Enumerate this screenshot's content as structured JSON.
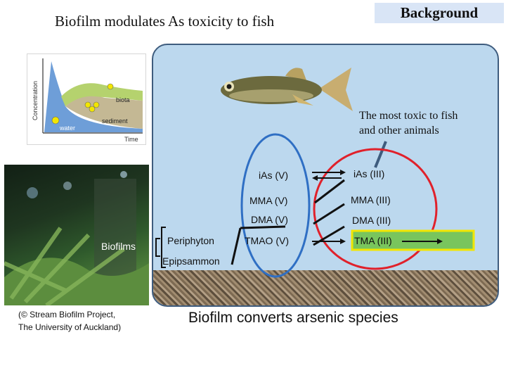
{
  "header": {
    "title": "Biofilm modulates As toxicity to fish",
    "badge": "Background"
  },
  "graph": {
    "ylabel": "Concentration",
    "xlabel": "Time",
    "labels": {
      "biota": "biota",
      "sediment": "sediment",
      "water": "water"
    },
    "colors": {
      "water": "#6e9ed8",
      "biota": "#b5d26e",
      "sediment": "#c4b894"
    }
  },
  "photo": {
    "label": "Biofilms",
    "credit_line1": "(© Stream Biofilm Project,",
    "credit_line2": "The University of Auckland)"
  },
  "habitats": {
    "periphyton": "Periphyton",
    "epipsammon": "Epipsammon"
  },
  "species_v": [
    "iAs (V)",
    "MMA (V)",
    "DMA (V)",
    "TMAO (V)"
  ],
  "species_iii": [
    "iAs (III)",
    "MMA (III)",
    "DMA (III)",
    "TMA (III)"
  ],
  "annotation": {
    "line1": "The most toxic to fish",
    "line2": "and other animals"
  },
  "footer": {
    "caption": "Biofilm converts arsenic species"
  },
  "colors": {
    "tank_border": "#3e5c7e",
    "tank_fill": "#bcd8ee",
    "blue_ellipse": "#2f6fc4",
    "red_ellipse": "#e0212b",
    "highlight_box": "#f2e600",
    "highlight_fill": "#79c55d"
  }
}
